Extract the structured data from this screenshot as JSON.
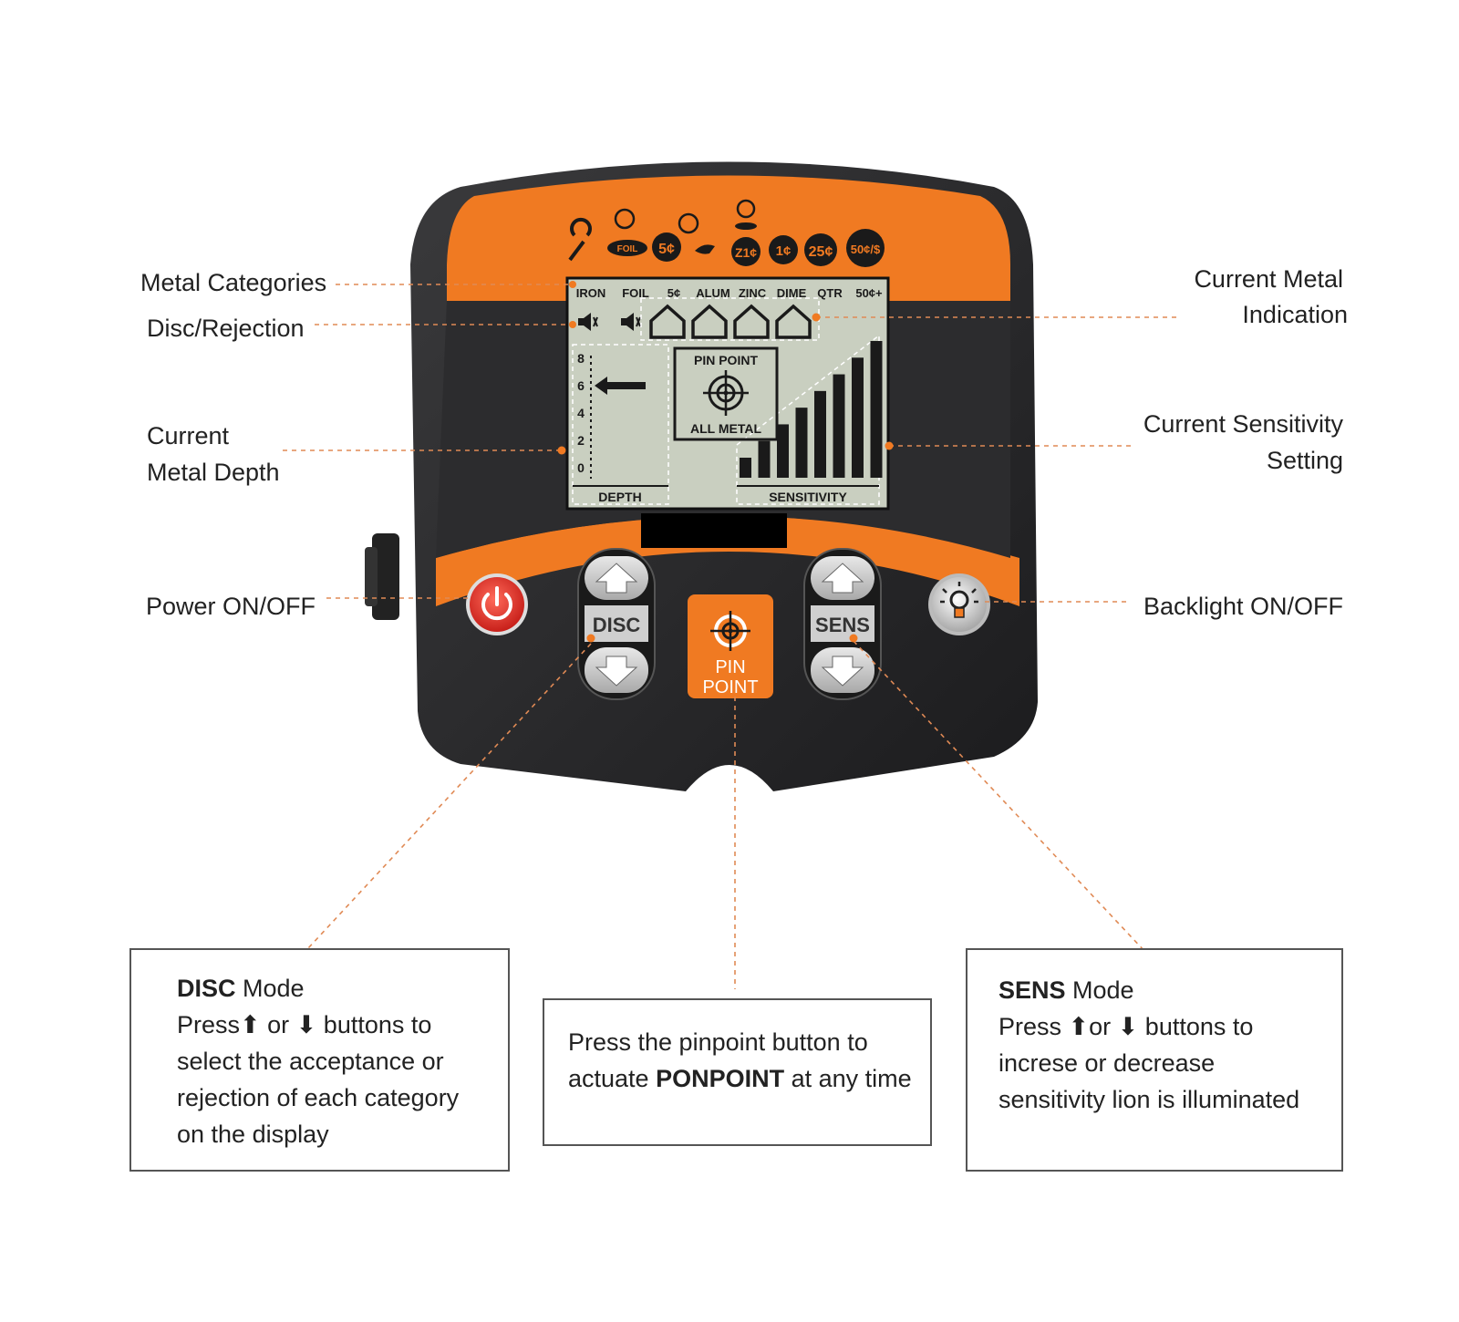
{
  "callouts": {
    "metal_categories": "Metal Categories",
    "disc_rejection": "Disc/Rejection",
    "current_depth_line1": "Current",
    "current_depth_line2": "Metal Depth",
    "power": "Power ON/OFF",
    "current_metal_line1": "Current Metal",
    "current_metal_line2": "Indication",
    "current_sens_line1": "Current Sensitivity",
    "current_sens_line2": "Setting",
    "backlight": "Backlight  ON/OFF"
  },
  "icon_badges": [
    "5¢",
    "Z1¢",
    "1¢",
    "25¢",
    "50¢/$"
  ],
  "foil_icon_label": "FOIL",
  "lcd": {
    "categories": [
      "IRON",
      "FOIL",
      "5¢",
      "ALUM",
      "ZINC",
      "DIME",
      "QTR",
      "50¢+"
    ],
    "depth_scale": [
      "8",
      "6",
      "4",
      "2",
      "0"
    ],
    "pinpoint_label": "PIN POINT",
    "all_metal_label": "ALL METAL",
    "depth_label": "DEPTH",
    "sensitivity_label": "SENSITIVITY",
    "depth_indicator_level": 6,
    "sensitivity_bars_lit": 8
  },
  "buttons": {
    "disc": "DISC",
    "sens": "SENS",
    "pin_line1": "PIN",
    "pin_line2": "POINT"
  },
  "boxes": {
    "disc_title_bold": "DISC",
    "disc_title_rest": " Mode",
    "disc_press": "Press",
    "disc_or": " or ",
    "disc_buttons_to": " buttons to",
    "disc_line3": "select  the acceptance or",
    "disc_line4": "rejection of each category",
    "disc_line5": "on the display",
    "pin_line1": "Press the pinpoint button to",
    "pin_line2_a": "actuate ",
    "pin_line2_bold": "PONPOINT",
    "pin_line2_b": " at any time",
    "sens_title_bold": "SENS",
    "sens_title_rest": " Mode",
    "sens_press": "Press ",
    "sens_or": "or ",
    "sens_buttons_to": " buttons to",
    "sens_line3": "increse or decrease",
    "sens_line4": "sensitivity lion is illuminated"
  },
  "colors": {
    "orange": "#f07a22",
    "body": "#2a2a2c",
    "lcd": "#c9cfc0",
    "leader": "#e08a55"
  }
}
